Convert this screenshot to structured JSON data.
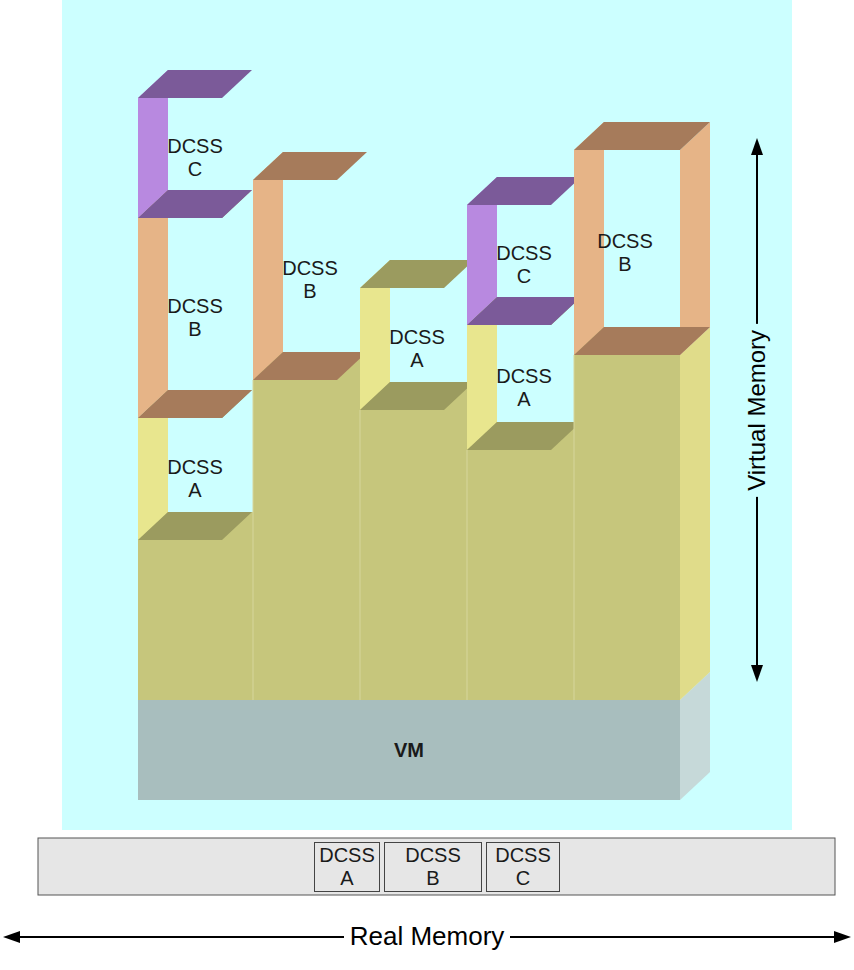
{
  "diagram": {
    "nodes": [
      {
        "text": [
          "DCSS C"
        ]
      },
      {
        "text": [
          "DCSS B"
        ]
      },
      {
        "text": [
          "DCSS A"
        ]
      },
      {
        "text": [
          "DCSS B"
        ]
      },
      {
        "text": [
          "DCSS A"
        ]
      },
      {
        "text": [
          "DCSS C"
        ]
      },
      {
        "text": [
          "DCSS A"
        ]
      },
      {
        "text": [
          "DCSS B"
        ]
      },
      {
        "text": [
          "VM"
        ]
      },
      {
        "text": [
          "DCSS A"
        ]
      },
      {
        "text": [
          "DCSS B"
        ]
      },
      {
        "text": [
          "DCSS C"
        ]
      }
    ],
    "labels": [
      "Virtual Memory",
      "Real Memory"
    ]
  }
}
